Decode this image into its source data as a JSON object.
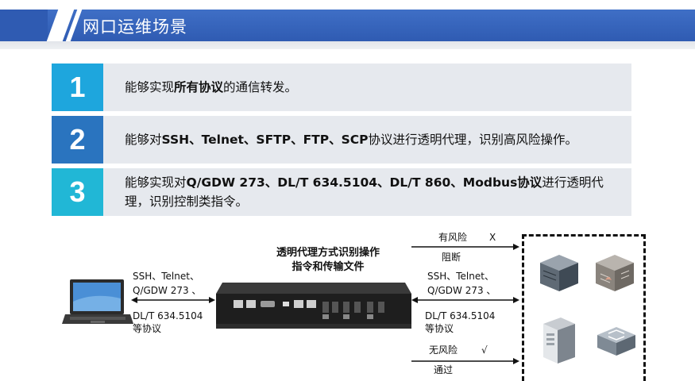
{
  "header": {
    "title": "网口运维场景"
  },
  "features": [
    {
      "number": "1",
      "text_before": "能够实现",
      "text_bold": "所有协议",
      "text_after": "的通信转发。"
    },
    {
      "number": "2",
      "text_before": "能够对",
      "text_bold": "SSH、Telnet、SFTP、FTP、SCP",
      "text_after": "协议进行透明代理，识别高风险操作。"
    },
    {
      "number": "3",
      "text_before": "能够实现对",
      "text_bold": "Q/GDW 273、DL/T 634.5104、DL/T 860、Modbus协议",
      "text_after": "进行透明代理，识别控制类指令。"
    }
  ],
  "diagram": {
    "device_caption_line1": "透明代理方式识别操作",
    "device_caption_line2": "指令和传输文件",
    "left_protocols": {
      "line1": "SSH、Telnet、",
      "line2": "Q/GDW 273 、",
      "line3": "DL/T 634.5104",
      "line4": "等协议"
    },
    "right_protocols": {
      "line1": "SSH、Telnet、",
      "line2": "Q/GDW 273 、",
      "line3": "DL/T 634.5104",
      "line4": "等协议"
    },
    "risk": {
      "label": "有风险",
      "mark": "X",
      "action": "阻断"
    },
    "no_risk": {
      "label": "无风险",
      "mark": "√",
      "action": "通过"
    }
  },
  "colors": {
    "header_blue": "#2f5bb2",
    "row_bg": "#e6e9ee",
    "num1": "#1ea6dd",
    "num2": "#2a74bf",
    "num3": "#21b7d6"
  }
}
